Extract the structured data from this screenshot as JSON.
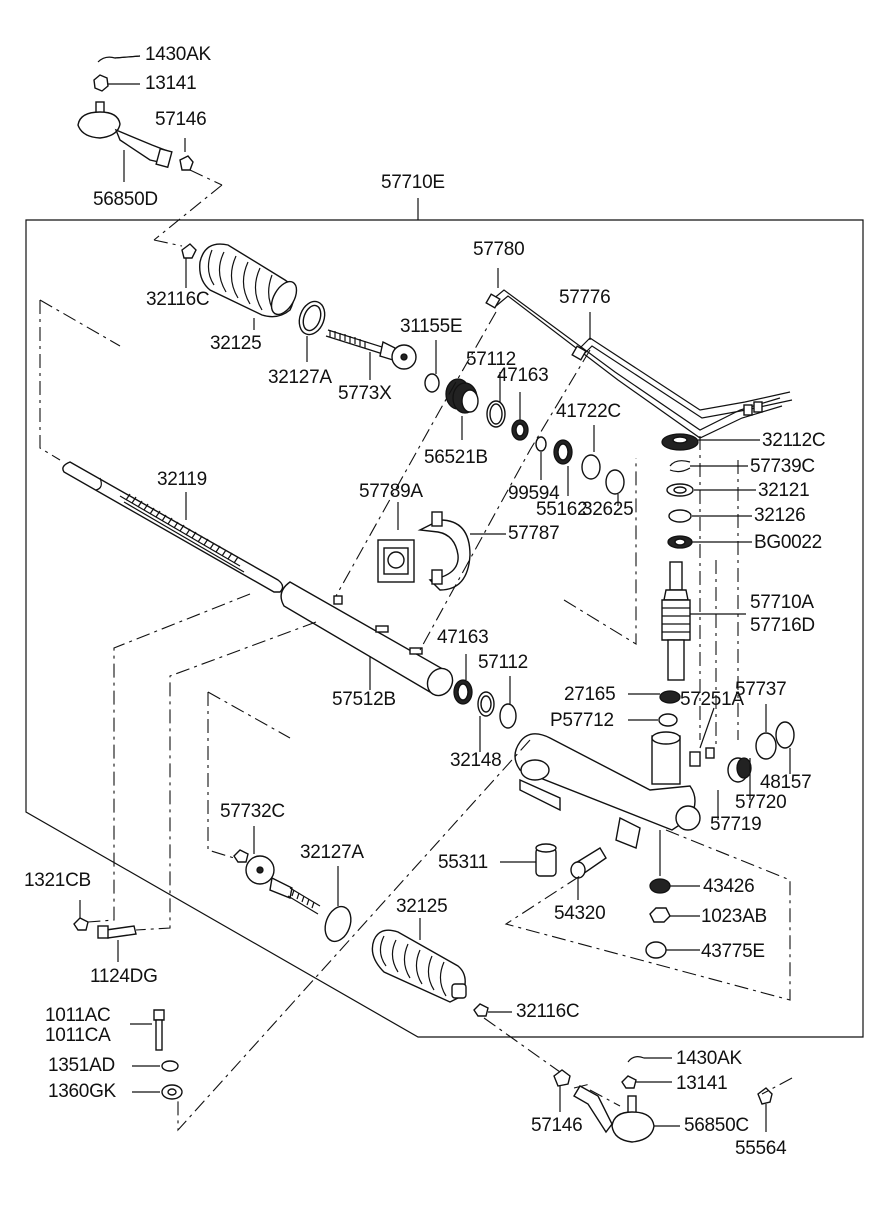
{
  "assembly_label": "57710E",
  "labels": {
    "p1430AK_top": "1430AK",
    "p13141_top": "13141",
    "p57146_top": "57146",
    "p56850D": "56850D",
    "p57710E": "57710E",
    "p32116C_top": "32116C",
    "p32125_top": "32125",
    "p32127A_top": "32127A",
    "p5773X": "5773X",
    "p31155E": "31155E",
    "p57780": "57780",
    "p57776": "57776",
    "p57112_top": "57112",
    "p47163_top": "47163",
    "p56521B": "56521B",
    "p41722C": "41722C",
    "p32112C": "32112C",
    "p57739C": "57739C",
    "p32121": "32121",
    "p99594": "99594",
    "p55162": "55162",
    "p32626": "32625",
    "p32126": "32126",
    "pBG0022": "BG0022",
    "p32119": "32119",
    "p57789A": "57789A",
    "p57787": "57787",
    "p57710A": "57710A",
    "p57716D": "57716D",
    "p47163_mid": "47163",
    "p57112_mid": "57112",
    "p57512B": "57512B",
    "p27165": "27165",
    "p57251A": "57251A",
    "p57737": "57737",
    "pP57712": "P57712",
    "p32148": "32148",
    "p48157": "48157",
    "p57720": "57720",
    "p57719": "57719",
    "p57732C": "57732C",
    "p32127A_bot": "32127A",
    "p55311": "55311",
    "p43426": "43426",
    "p1321CB": "1321CB",
    "p54320": "54320",
    "p1023AB": "1023AB",
    "p32125_bot": "32125",
    "p43775E": "43775E",
    "p1124DG": "1124DG",
    "p1011AC": "1011AC",
    "p1011CA": "1011CA",
    "p32116C_bot": "32116C",
    "p1351AD": "1351AD",
    "p1430AK_bot": "1430AK",
    "p1360GK": "1360GK",
    "p13141_bot": "13141",
    "p57146_bot": "57146",
    "p56850C": "56850C",
    "p55564": "55564"
  }
}
